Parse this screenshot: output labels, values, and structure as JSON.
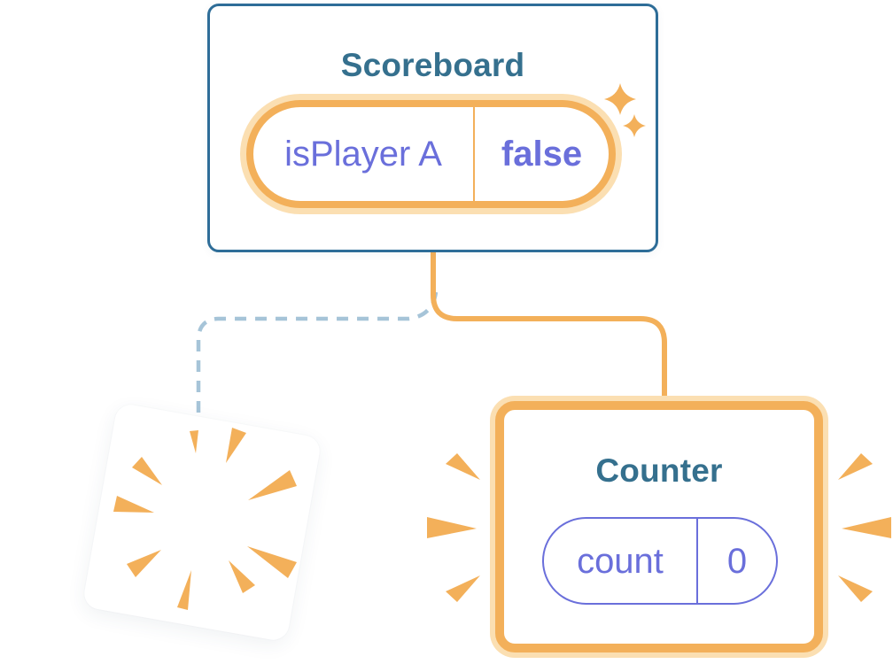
{
  "colors": {
    "accent_orange": "#F3B05A",
    "accent_orange_light": "#FBDFB2",
    "card_border_blue": "#2E6D98",
    "title_blue": "#35708E",
    "state_purple": "#6A6FDB",
    "dash_blue": "#A6C4D8",
    "background": "#FFFFFF"
  },
  "scoreboard_card": {
    "title": "Scoreboard",
    "state_pill": {
      "key": "isPlayer A",
      "value": "false"
    }
  },
  "counter_card": {
    "title": "Counter",
    "state_pill": {
      "key": "count",
      "value": "0"
    }
  },
  "connectors": {
    "kept": "solid-orange-line-scoreboard-to-counter",
    "destroyed": "dashed-blue-line-scoreboard-to-removed-component"
  },
  "icons": {
    "sparkle": "sparkle-icon",
    "poof": "poof-burst-icon",
    "emphasis_left": "emphasis-burst-left-icon",
    "emphasis_right": "emphasis-burst-right-icon"
  }
}
